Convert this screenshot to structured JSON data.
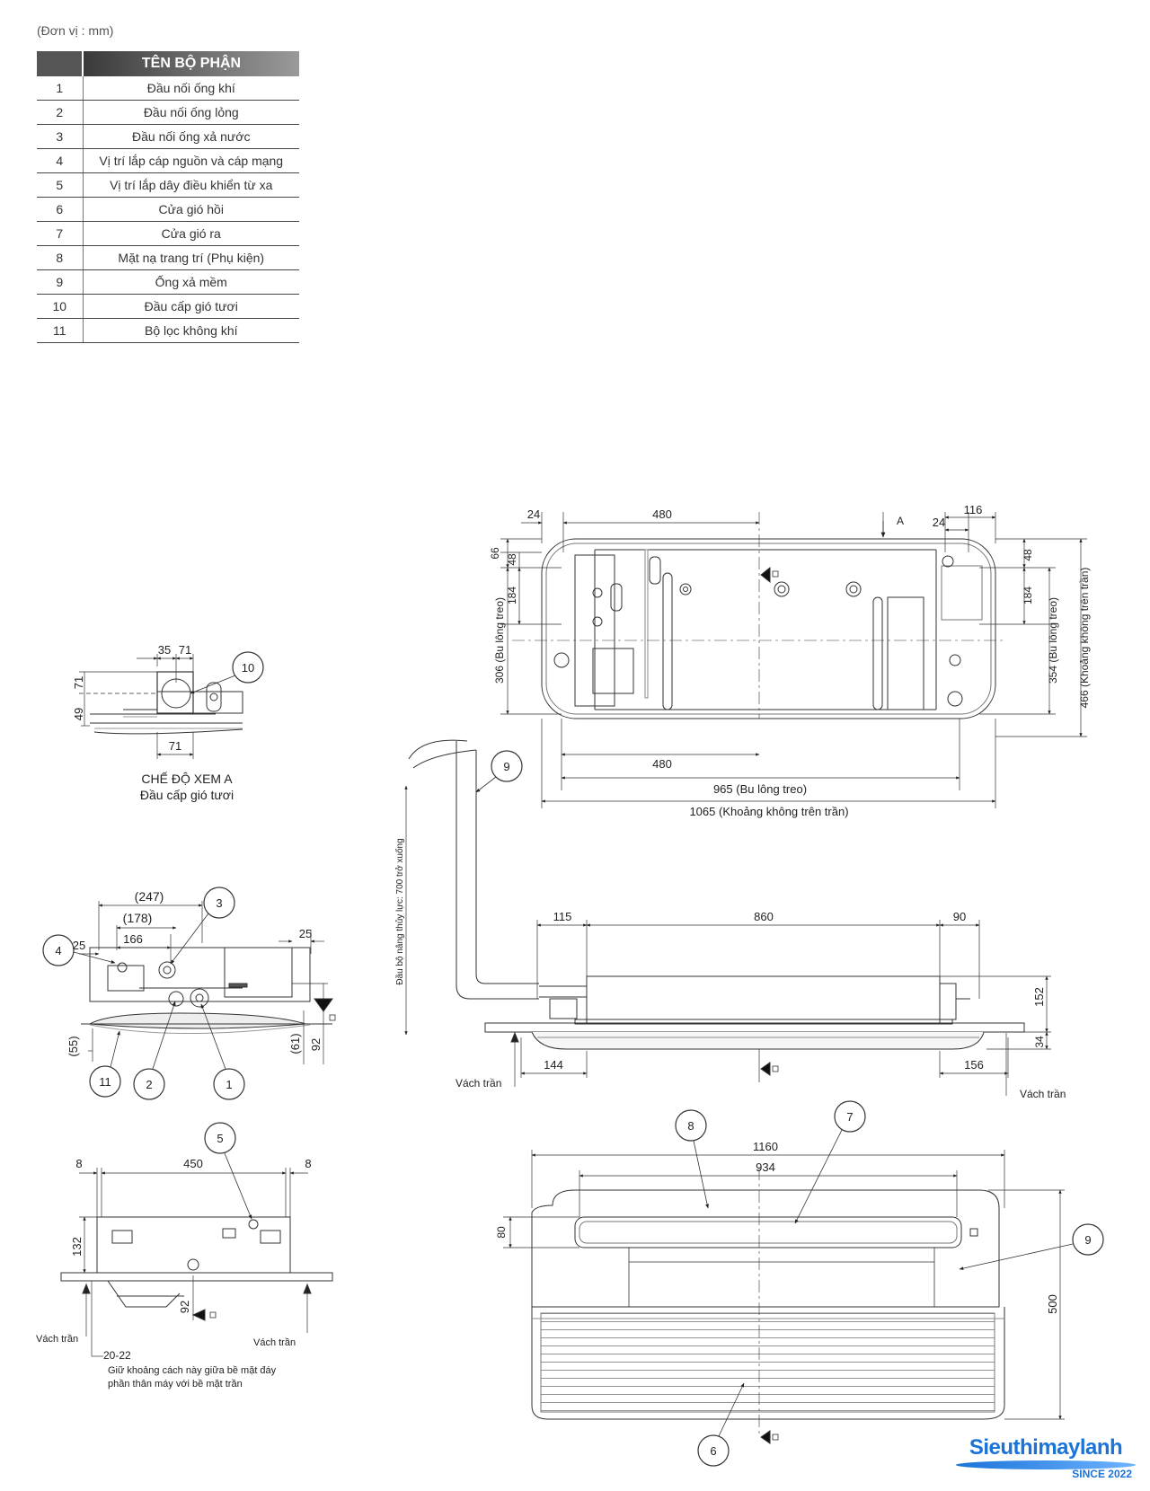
{
  "unit_label": "(Đơn vị : mm)",
  "table": {
    "header": "TÊN BỘ PHẬN",
    "rows": [
      {
        "num": "1",
        "name": "Đầu nối ống khí"
      },
      {
        "num": "2",
        "name": "Đầu nối ống lỏng"
      },
      {
        "num": "3",
        "name": "Đầu nối ống xả nước"
      },
      {
        "num": "4",
        "name": "Vị trí lắp cáp nguồn và cáp mạng"
      },
      {
        "num": "5",
        "name": "Vị trí lắp dây điều khiển từ xa"
      },
      {
        "num": "6",
        "name": "Cửa gió hồi"
      },
      {
        "num": "7",
        "name": "Cửa gió ra"
      },
      {
        "num": "8",
        "name": "Mặt nạ trang trí (Phụ kiện)"
      },
      {
        "num": "9",
        "name": "Ống xả mềm"
      },
      {
        "num": "10",
        "name": "Đầu cấp gió tươi"
      },
      {
        "num": "11",
        "name": "Bộ lọc không khí"
      }
    ]
  },
  "view_a": {
    "dims": {
      "d35": "35",
      "d71_top": "71",
      "d71_left": "71",
      "d49": "49",
      "d71_bottom": "71"
    },
    "callout": "10",
    "caption1": "CHẾ ĐỘ XEM A",
    "caption2": "Đầu cấp gió tươi"
  },
  "side_view": {
    "dims": {
      "d247": "(247)",
      "d178": "(178)",
      "d166": "166",
      "d25_left": "25",
      "d25_right": "25",
      "d55": "(55)",
      "d61": "(61)",
      "d92": "92"
    },
    "callouts": {
      "c1": "1",
      "c2": "2",
      "c3": "3",
      "c4": "4",
      "c11": "11"
    }
  },
  "front_small": {
    "dims": {
      "d8_left": "8",
      "d450": "450",
      "d8_right": "8",
      "d132": "132",
      "d92": "92",
      "d2022": "20-22"
    },
    "callout": "5",
    "ceiling_left": "Vách trần",
    "ceiling_right": "Vách trần",
    "note1": "Giữ khoảng cách này giữa bề mặt đáy",
    "note2": "phần thân máy với bề mặt trần"
  },
  "top_view": {
    "dims": {
      "d24_left": "24",
      "d480_top": "480",
      "d24_right": "24",
      "d116": "116",
      "d66": "66",
      "d48_left": "48",
      "d184_left": "184",
      "d306": "306 (Bu lông treo)",
      "d48_right": "48",
      "d184_right": "184",
      "d354": "354 (Bu lông treo)",
      "d466": "466 (Khoảng không trên trần)",
      "d480_bottom": "480",
      "d965": "965 (Bu lông treo)",
      "d1065": "1065 (Khoảng không trên trần)"
    },
    "arrow_label": "A",
    "callout": "9"
  },
  "pump_label": "Đầu bộ nâng thủy lực: 700 trở xuống",
  "elevation": {
    "dims": {
      "d115": "115",
      "d860": "860",
      "d90": "90",
      "d152": "152",
      "d34": "34",
      "d144": "144",
      "d156": "156"
    },
    "ceiling_left": "Vách trần",
    "ceiling_right": "Vách trần"
  },
  "bottom_view": {
    "dims": {
      "d1160": "1160",
      "d934": "934",
      "d80": "80",
      "d500": "500"
    },
    "callouts": {
      "c6": "6",
      "c7": "7",
      "c8": "8",
      "c9": "9"
    }
  },
  "brand": {
    "name": "Sieuthimaylanh",
    "since": "SINCE 2022"
  }
}
